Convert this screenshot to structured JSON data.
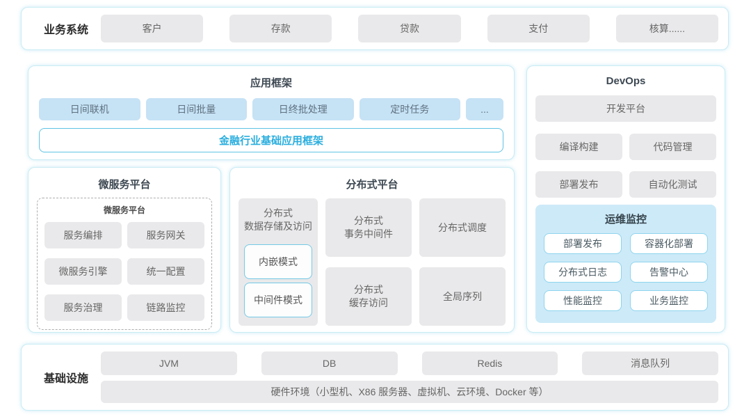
{
  "business": {
    "label": "业务系统",
    "items": [
      "客户",
      "存款",
      "贷款",
      "支付",
      "核算......"
    ]
  },
  "app_framework": {
    "title": "应用框架",
    "items": [
      "日间联机",
      "日间批量",
      "日终批处理",
      "定时任务",
      "..."
    ],
    "base": "金融行业基础应用框架"
  },
  "devops": {
    "title": "DevOps",
    "platform": "开发平台",
    "items": [
      "编译构建",
      "代码管理",
      "部署发布",
      "自动化测试"
    ],
    "monitoring": {
      "title": "运维监控",
      "items": [
        "部署发布",
        "容器化部署",
        "分布式日志",
        "告警中心",
        "性能监控",
        "业务监控"
      ]
    }
  },
  "microservice": {
    "title": "微服务平台",
    "inner_title": "微服务平台",
    "items": [
      "服务编排",
      "服务网关",
      "微服务引擎",
      "统一配置",
      "服务治理",
      "链路监控"
    ]
  },
  "distributed": {
    "title": "分布式平台",
    "storage": {
      "title": "分布式\n数据存储及访问",
      "modes": [
        "内嵌模式",
        "中间件模式"
      ]
    },
    "items": [
      "分布式\n事务中间件",
      "分布式调度",
      "分布式\n缓存访问",
      "全局序列"
    ]
  },
  "infrastructure": {
    "label": "基础设施",
    "items": [
      "JVM",
      "DB",
      "Redis",
      "消息队列"
    ],
    "hardware": "硬件环境（小型机、X86 服务器、虚拟机、云环境、Docker 等）"
  },
  "colors": {
    "section_border": "#c9ecf4",
    "gray_box": "#e9e9eb",
    "blue_box": "#c6e2f5",
    "accent_text": "#2baede",
    "accent_border": "#5fc3e4",
    "monitor_bg": "#cdeaf8",
    "monitor_box_border": "#8ed4ee"
  }
}
